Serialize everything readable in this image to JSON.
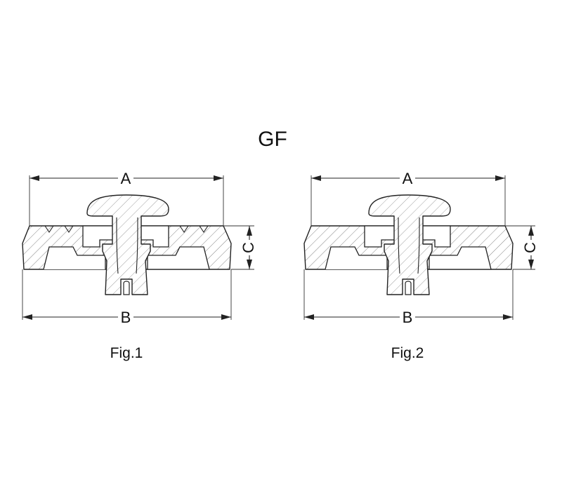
{
  "title": "GF",
  "figures": [
    {
      "caption": "Fig.1",
      "dimensions": {
        "a": "A",
        "b": "B",
        "c": "C"
      },
      "top_notches": true
    },
    {
      "caption": "Fig.2",
      "dimensions": {
        "a": "A",
        "b": "B",
        "c": "C"
      },
      "top_notches": false
    }
  ]
}
